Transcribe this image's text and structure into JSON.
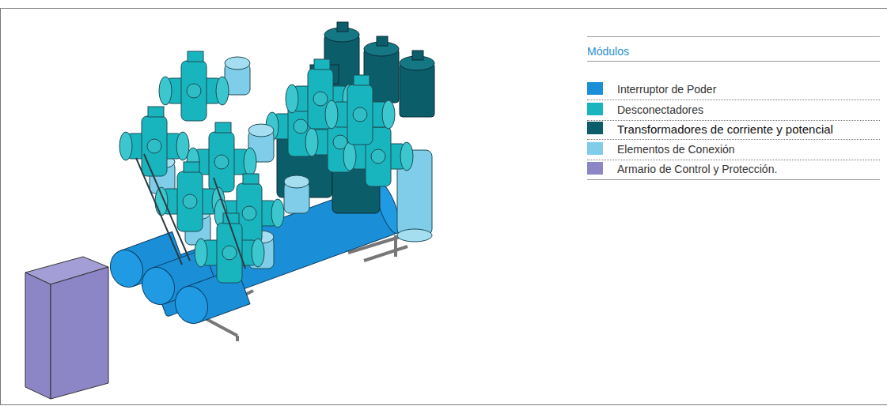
{
  "diagram": {
    "labels": [
      "Módulos"
    ],
    "legend": [
      {
        "text": "Interruptor de Poder",
        "color": "#1a8fd8"
      },
      {
        "text": "Desconectadores",
        "color": "#19b5bf"
      },
      {
        "text": "Transformadores de corriente y potencial",
        "color": "#0b5d6a"
      },
      {
        "text": "Elementos de Conexión",
        "color": "#7fcde9"
      },
      {
        "text": "Armario de Control y Protección.",
        "color": "#8d86c6"
      }
    ]
  }
}
